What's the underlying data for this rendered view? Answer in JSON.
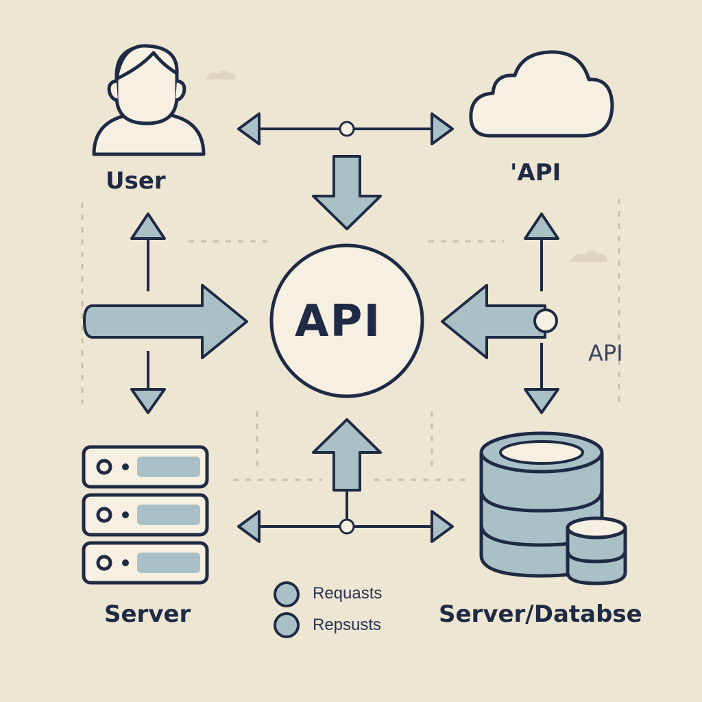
{
  "diagram": {
    "center_label": "API",
    "nodes": {
      "user": "User",
      "cloud": "'API",
      "side_label": "API",
      "server": "Server",
      "database": "Server/Databse"
    },
    "legend": [
      {
        "label": "Requasts"
      },
      {
        "label": "Repsusts"
      }
    ]
  },
  "colors": {
    "background": "#ede6d3",
    "outline": "#1f2a44",
    "fill_blue": "#a9c1c6",
    "fill_light": "#f5f0e2",
    "arrow_fill": "#a9c1c6"
  }
}
